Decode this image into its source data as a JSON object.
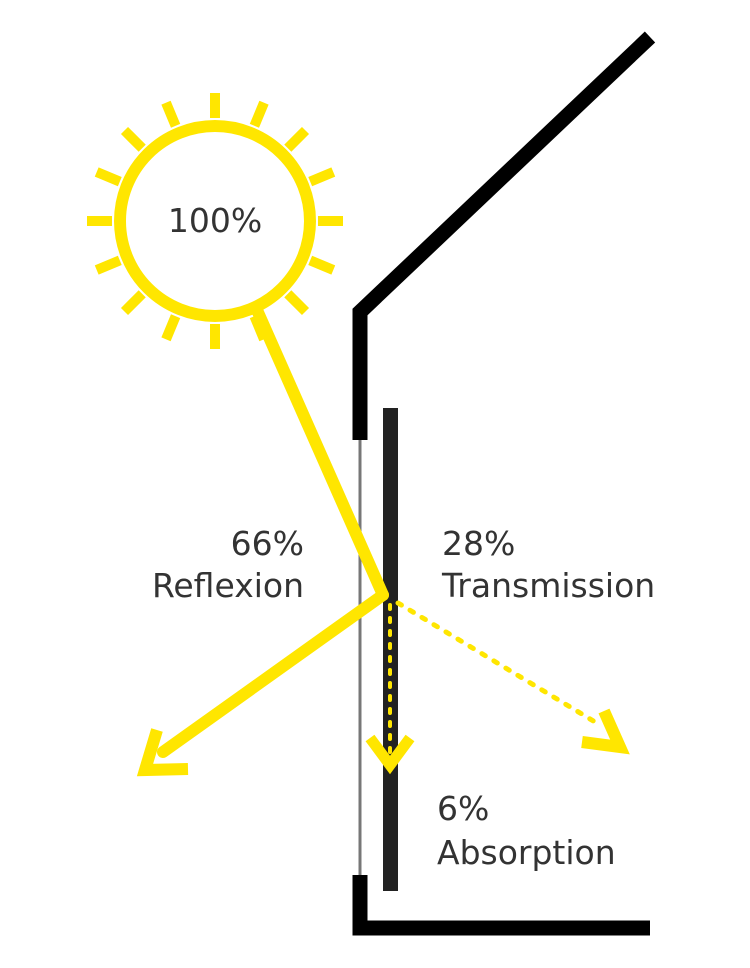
{
  "sun": {
    "value": "100%"
  },
  "reflection": {
    "percent": "66%",
    "label": "Reflexion"
  },
  "transmission": {
    "percent": "28%",
    "label": "Transmission"
  },
  "absorption": {
    "percent": "6%",
    "label": "Absorption"
  },
  "colors": {
    "sun_ray": "#FFE600",
    "wall": "#000000",
    "glass_pane": "#222222",
    "glass_line": "#777777",
    "text": "#333333",
    "background": "#FFFFFF"
  }
}
